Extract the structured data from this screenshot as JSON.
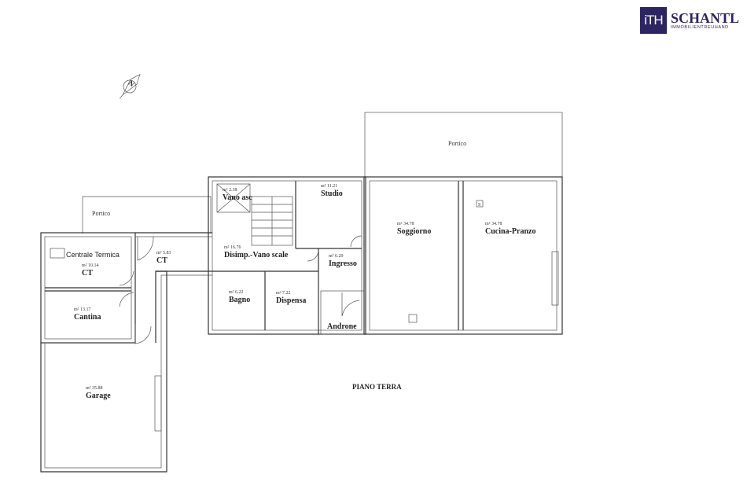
{
  "logo": {
    "mark": "iTH",
    "name": "SCHANTL",
    "subtitle": "IMMOBILIENTREUHAND",
    "color": "#2c2463"
  },
  "compass": {
    "label": "N"
  },
  "plan_title": "PIANO TERRA",
  "porticos": [
    "Portico",
    "Portico"
  ],
  "boiler_label": "Centrale Termica",
  "marker": "S",
  "rooms": [
    {
      "name": "CT",
      "area": "m² 10.14"
    },
    {
      "name": "Cantina",
      "area": "m² 13.17"
    },
    {
      "name": "CT",
      "area": "m² 5.83"
    },
    {
      "name": "Garage",
      "area": "m² 35.88"
    },
    {
      "name": "Vano asc",
      "area": "m² 2.38"
    },
    {
      "name": "Disimp.-Vano scale",
      "area": "m² 16.76"
    },
    {
      "name": "Studio",
      "area": "m² 11.21"
    },
    {
      "name": "Ingresso",
      "area": "m² 6.29"
    },
    {
      "name": "Bagno",
      "area": "m² 6.22"
    },
    {
      "name": "Dispensa",
      "area": "m² 7.22"
    },
    {
      "name": "Androne",
      "area": ""
    },
    {
      "name": "Soggiorno",
      "area": "m² 34.78"
    },
    {
      "name": "Cucina-Pranzo",
      "area": "m² 34.78"
    }
  ]
}
